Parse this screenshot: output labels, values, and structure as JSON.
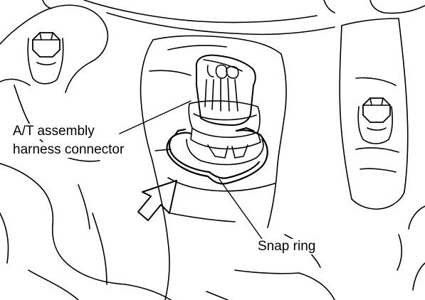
{
  "labels": {
    "harness_line1": "A/T assembly",
    "harness_line2": "harness connector",
    "snap_ring": "Snap ring"
  },
  "colors": {
    "ink": "#000000",
    "paper": "#ffffff"
  },
  "icons": {
    "bolt_left": "hex-bolt-icon",
    "bolt_right": "hex-bolt-icon",
    "arrow": "direction-arrow-icon"
  }
}
